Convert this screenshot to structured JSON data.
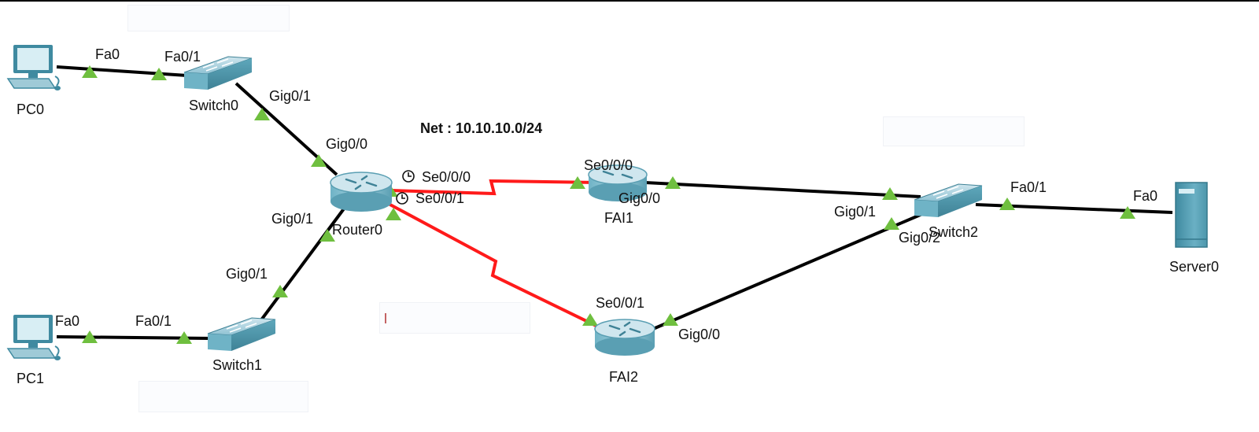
{
  "colors": {
    "ethernet_link": "#000000",
    "serial_link": "#ff1a1a",
    "port_up": "#6fbf3f",
    "device_body": "#4f9bb0"
  },
  "annotations": {
    "network_label": "Net : 10.10.10.0/24"
  },
  "devices": [
    {
      "name": "PC0",
      "type": "pc",
      "icon": "pc-icon"
    },
    {
      "name": "PC1",
      "type": "pc",
      "icon": "pc-icon"
    },
    {
      "name": "Switch0",
      "type": "switch",
      "icon": "switch-icon"
    },
    {
      "name": "Switch1",
      "type": "switch",
      "icon": "switch-icon"
    },
    {
      "name": "Router0",
      "type": "router",
      "icon": "router-icon"
    },
    {
      "name": "FAI1",
      "type": "router",
      "icon": "router-icon"
    },
    {
      "name": "FAI2",
      "type": "router",
      "icon": "router-icon"
    },
    {
      "name": "Switch2",
      "type": "switch",
      "icon": "switch-icon"
    },
    {
      "name": "Server0",
      "type": "server",
      "icon": "server-icon"
    }
  ],
  "links": [
    {
      "from": "PC0",
      "from_port": "Fa0",
      "to": "Switch0",
      "to_port": "Fa0/1",
      "kind": "ethernet"
    },
    {
      "from": "Switch0",
      "from_port": "Gig0/1",
      "to": "Router0",
      "to_port": "Gig0/0",
      "kind": "ethernet"
    },
    {
      "from": "PC1",
      "from_port": "Fa0",
      "to": "Switch1",
      "to_port": "Fa0/1",
      "kind": "ethernet"
    },
    {
      "from": "Switch1",
      "from_port": "Gig0/1",
      "to": "Router0",
      "to_port": "Gig0/1",
      "kind": "ethernet"
    },
    {
      "from": "Router0",
      "from_port": "Se0/0/0",
      "to": "FAI1",
      "to_port": "Se0/0/0",
      "kind": "serial"
    },
    {
      "from": "Router0",
      "from_port": "Se0/0/1",
      "to": "FAI2",
      "to_port": "Se0/0/1",
      "kind": "serial"
    },
    {
      "from": "FAI1",
      "from_port": "Gig0/0",
      "to": "Switch2",
      "to_port": "Gig0/1",
      "kind": "ethernet"
    },
    {
      "from": "FAI2",
      "from_port": "Gig0/0",
      "to": "Switch2",
      "to_port": "Gig0/2",
      "kind": "ethernet"
    },
    {
      "from": "Switch2",
      "from_port": "Fa0/1",
      "to": "Server0",
      "to_port": "Fa0",
      "kind": "ethernet"
    }
  ],
  "labels": {
    "pc0": "PC0",
    "pc1": "PC1",
    "switch0": "Switch0",
    "switch1": "Switch1",
    "router0": "Router0",
    "fai1": "FAI1",
    "fai2": "FAI2",
    "switch2": "Switch2",
    "server0": "Server0",
    "pc0_fa0": "Fa0",
    "sw0_fa01": "Fa0/1",
    "sw0_gig01": "Gig0/1",
    "r0_gig00": "Gig0/0",
    "r0_se000": "Se0/0/0",
    "r0_se001": "Se0/0/1",
    "r0_gig01": "Gig0/1",
    "sw1_gig01": "Gig0/1",
    "pc1_fa0": "Fa0",
    "sw1_fa01": "Fa0/1",
    "fai1_se000": "Se0/0/0",
    "fai1_gig00": "Gig0/0",
    "fai2_se001": "Se0/0/1",
    "fai2_gig00": "Gig0/0",
    "sw2_gig01": "Gig0/1",
    "sw2_gig02": "Gig0/2",
    "sw2_fa01": "Fa0/1",
    "srv_fa0": "Fa0"
  }
}
